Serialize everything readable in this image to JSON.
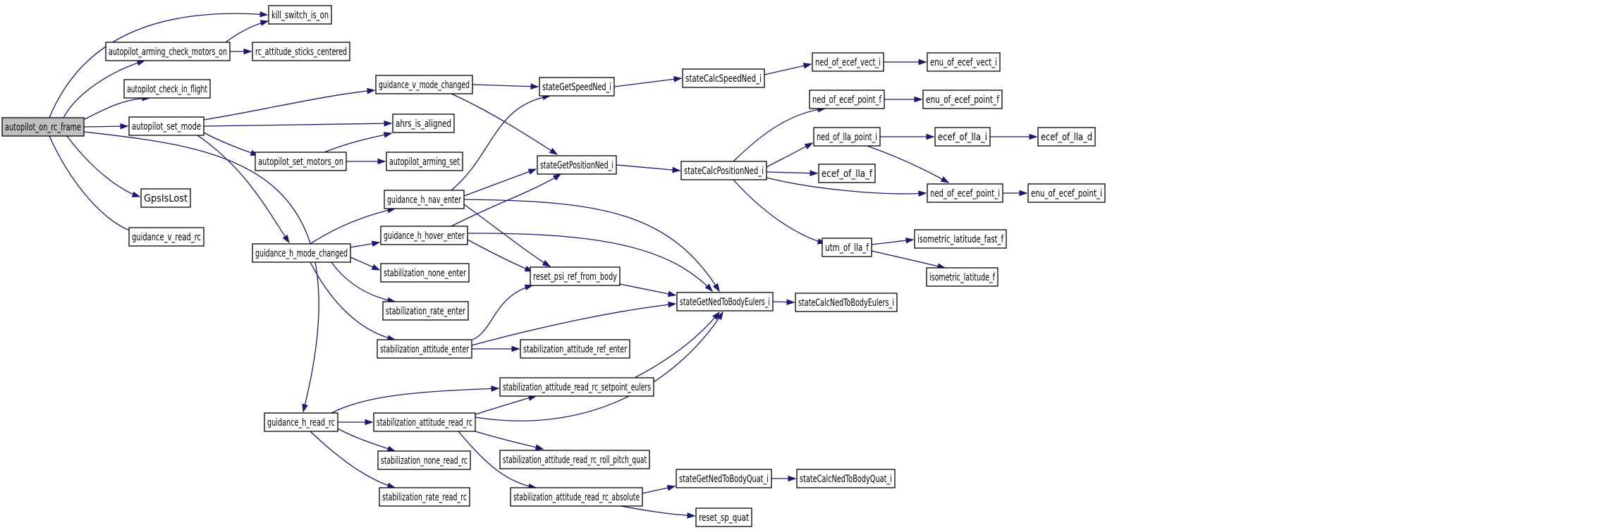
{
  "graph": {
    "root": "autopilot_on_rc_frame",
    "nodes": [
      {
        "id": "autopilot_on_rc_frame",
        "label": "autopilot_on_rc_frame",
        "highlight": true
      },
      {
        "id": "kill_switch_is_on",
        "label": "kill_switch_is_on"
      },
      {
        "id": "autopilot_arming_check_motors_on",
        "label": "autopilot_arming_check_motors_on"
      },
      {
        "id": "rc_attitude_sticks_centered",
        "label": "rc_attitude_sticks_centered"
      },
      {
        "id": "autopilot_check_in_flight",
        "label": "autopilot_check_in_flight"
      },
      {
        "id": "autopilot_set_mode",
        "label": "autopilot_set_mode"
      },
      {
        "id": "GpsIsLost",
        "label": "GpsIsLost"
      },
      {
        "id": "guidance_v_read_rc",
        "label": "guidance_v_read_rc"
      },
      {
        "id": "guidance_v_mode_changed",
        "label": "guidance_v_mode_changed"
      },
      {
        "id": "ahrs_is_aligned",
        "label": "ahrs_is_aligned"
      },
      {
        "id": "autopilot_set_motors_on",
        "label": "autopilot_set_motors_on"
      },
      {
        "id": "autopilot_arming_set",
        "label": "autopilot_arming_set"
      },
      {
        "id": "guidance_h_mode_changed",
        "label": "guidance_h_mode_changed"
      },
      {
        "id": "guidance_h_read_rc",
        "label": "guidance_h_read_rc"
      },
      {
        "id": "guidance_h_nav_enter",
        "label": "guidance_h_nav_enter"
      },
      {
        "id": "guidance_h_hover_enter",
        "label": "guidance_h_hover_enter"
      },
      {
        "id": "stabilization_none_enter",
        "label": "stabilization_none_enter"
      },
      {
        "id": "stabilization_rate_enter",
        "label": "stabilization_rate_enter"
      },
      {
        "id": "stabilization_attitude_enter",
        "label": "stabilization_attitude_enter"
      },
      {
        "id": "stabilization_attitude_read_rc",
        "label": "stabilization_attitude_read_rc"
      },
      {
        "id": "stabilization_none_read_rc",
        "label": "stabilization_none_read_rc"
      },
      {
        "id": "stabilization_rate_read_rc",
        "label": "stabilization_rate_read_rc"
      },
      {
        "id": "stateGetSpeedNed_i",
        "label": "stateGetSpeedNed_i"
      },
      {
        "id": "stateGetPositionNed_i",
        "label": "stateGetPositionNed_i"
      },
      {
        "id": "reset_psi_ref_from_body",
        "label": "reset_psi_ref_from_body"
      },
      {
        "id": "stabilization_attitude_ref_enter",
        "label": "stabilization_attitude_ref_enter"
      },
      {
        "id": "stabilization_attitude_read_rc_setpoint_eulers",
        "label": "stabilization_attitude_read_rc_setpoint_eulers"
      },
      {
        "id": "stabilization_attitude_read_rc_roll_pitch_quat",
        "label": "stabilization_attitude_read_rc_roll_pitch_quat"
      },
      {
        "id": "stabilization_attitude_read_rc_absolute",
        "label": "stabilization_attitude_read_rc_absolute"
      },
      {
        "id": "stateCalcSpeedNed_i",
        "label": "stateCalcSpeedNed_i"
      },
      {
        "id": "stateCalcPositionNed_i",
        "label": "stateCalcPositionNed_i"
      },
      {
        "id": "stateGetNedToBodyEulers_i",
        "label": "stateGetNedToBodyEulers_i"
      },
      {
        "id": "stateGetNedToBodyQuat_i",
        "label": "stateGetNedToBodyQuat_i"
      },
      {
        "id": "reset_sp_quat",
        "label": "reset_sp_quat"
      },
      {
        "id": "ned_of_ecef_vect_i",
        "label": "ned_of_ecef_vect_i"
      },
      {
        "id": "ned_of_ecef_point_f",
        "label": "ned_of_ecef_point_f"
      },
      {
        "id": "ned_of_lla_point_i",
        "label": "ned_of_lla_point_i"
      },
      {
        "id": "ecef_of_lla_f",
        "label": "ecef_of_lla_f"
      },
      {
        "id": "utm_of_lla_f",
        "label": "utm_of_lla_f"
      },
      {
        "id": "stateCalcNedToBodyEulers_i",
        "label": "stateCalcNedToBodyEulers_i"
      },
      {
        "id": "stateCalcNedToBodyQuat_i",
        "label": "stateCalcNedToBodyQuat_i"
      },
      {
        "id": "enu_of_ecef_vect_i",
        "label": "enu_of_ecef_vect_i"
      },
      {
        "id": "enu_of_ecef_point_f",
        "label": "enu_of_ecef_point_f"
      },
      {
        "id": "ecef_of_lla_i",
        "label": "ecef_of_lla_i"
      },
      {
        "id": "ned_of_ecef_point_i",
        "label": "ned_of_ecef_point_i"
      },
      {
        "id": "isometric_latitude_fast_f",
        "label": "isometric_latitude_fast_f"
      },
      {
        "id": "isometric_latitude_f",
        "label": "isometric_latitude_f"
      },
      {
        "id": "ecef_of_lla_d",
        "label": "ecef_of_lla_d"
      },
      {
        "id": "enu_of_ecef_point_i",
        "label": "enu_of_ecef_point_i"
      }
    ],
    "edges": [
      {
        "from": "autopilot_on_rc_frame",
        "to": "kill_switch_is_on"
      },
      {
        "from": "autopilot_on_rc_frame",
        "to": "autopilot_arming_check_motors_on"
      },
      {
        "from": "autopilot_on_rc_frame",
        "to": "autopilot_check_in_flight"
      },
      {
        "from": "autopilot_on_rc_frame",
        "to": "autopilot_set_mode"
      },
      {
        "from": "autopilot_on_rc_frame",
        "to": "GpsIsLost"
      },
      {
        "from": "autopilot_on_rc_frame",
        "to": "guidance_v_read_rc"
      },
      {
        "from": "autopilot_on_rc_frame",
        "to": "guidance_h_read_rc"
      },
      {
        "from": "autopilot_arming_check_motors_on",
        "to": "kill_switch_is_on"
      },
      {
        "from": "autopilot_arming_check_motors_on",
        "to": "rc_attitude_sticks_centered"
      },
      {
        "from": "autopilot_set_mode",
        "to": "guidance_v_mode_changed"
      },
      {
        "from": "autopilot_set_mode",
        "to": "ahrs_is_aligned"
      },
      {
        "from": "autopilot_set_mode",
        "to": "autopilot_set_motors_on"
      },
      {
        "from": "autopilot_set_mode",
        "to": "guidance_h_mode_changed"
      },
      {
        "from": "autopilot_set_motors_on",
        "to": "ahrs_is_aligned"
      },
      {
        "from": "autopilot_set_motors_on",
        "to": "autopilot_arming_set"
      },
      {
        "from": "guidance_v_mode_changed",
        "to": "stateGetSpeedNed_i"
      },
      {
        "from": "guidance_v_mode_changed",
        "to": "stateGetPositionNed_i"
      },
      {
        "from": "guidance_h_mode_changed",
        "to": "guidance_h_nav_enter"
      },
      {
        "from": "guidance_h_mode_changed",
        "to": "guidance_h_hover_enter"
      },
      {
        "from": "guidance_h_mode_changed",
        "to": "stabilization_none_enter"
      },
      {
        "from": "guidance_h_mode_changed",
        "to": "stabilization_rate_enter"
      },
      {
        "from": "guidance_h_mode_changed",
        "to": "stabilization_attitude_enter"
      },
      {
        "from": "guidance_h_nav_enter",
        "to": "stateGetSpeedNed_i"
      },
      {
        "from": "guidance_h_nav_enter",
        "to": "stateGetPositionNed_i"
      },
      {
        "from": "guidance_h_nav_enter",
        "to": "reset_psi_ref_from_body"
      },
      {
        "from": "guidance_h_nav_enter",
        "to": "stateGetNedToBodyEulers_i"
      },
      {
        "from": "guidance_h_hover_enter",
        "to": "stateGetPositionNed_i"
      },
      {
        "from": "guidance_h_hover_enter",
        "to": "reset_psi_ref_from_body"
      },
      {
        "from": "guidance_h_hover_enter",
        "to": "stateGetNedToBodyEulers_i"
      },
      {
        "from": "stabilization_attitude_enter",
        "to": "reset_psi_ref_from_body"
      },
      {
        "from": "stabilization_attitude_enter",
        "to": "stateGetNedToBodyEulers_i"
      },
      {
        "from": "stabilization_attitude_enter",
        "to": "stabilization_attitude_ref_enter"
      },
      {
        "from": "reset_psi_ref_from_body",
        "to": "stateGetNedToBodyEulers_i"
      },
      {
        "from": "guidance_h_read_rc",
        "to": "stabilization_attitude_read_rc_setpoint_eulers"
      },
      {
        "from": "guidance_h_read_rc",
        "to": "stabilization_attitude_read_rc"
      },
      {
        "from": "guidance_h_read_rc",
        "to": "stabilization_none_read_rc"
      },
      {
        "from": "guidance_h_read_rc",
        "to": "stabilization_rate_read_rc"
      },
      {
        "from": "stabilization_attitude_read_rc",
        "to": "stabilization_attitude_read_rc_setpoint_eulers"
      },
      {
        "from": "stabilization_attitude_read_rc",
        "to": "stateGetNedToBodyEulers_i"
      },
      {
        "from": "stabilization_attitude_read_rc",
        "to": "stabilization_attitude_read_rc_roll_pitch_quat"
      },
      {
        "from": "stabilization_attitude_read_rc",
        "to": "stabilization_attitude_read_rc_absolute"
      },
      {
        "from": "stabilization_attitude_read_rc_setpoint_eulers",
        "to": "stateGetNedToBodyEulers_i"
      },
      {
        "from": "stabilization_attitude_read_rc_absolute",
        "to": "stateGetNedToBodyQuat_i"
      },
      {
        "from": "stabilization_attitude_read_rc_absolute",
        "to": "reset_sp_quat"
      },
      {
        "from": "stateGetNedToBodyQuat_i",
        "to": "stateCalcNedToBodyQuat_i"
      },
      {
        "from": "stateGetSpeedNed_i",
        "to": "stateCalcSpeedNed_i"
      },
      {
        "from": "stateGetPositionNed_i",
        "to": "stateCalcPositionNed_i"
      },
      {
        "from": "stateGetNedToBodyEulers_i",
        "to": "stateCalcNedToBodyEulers_i"
      },
      {
        "from": "stateCalcSpeedNed_i",
        "to": "ned_of_ecef_vect_i"
      },
      {
        "from": "ned_of_ecef_vect_i",
        "to": "enu_of_ecef_vect_i"
      },
      {
        "from": "stateCalcPositionNed_i",
        "to": "ned_of_ecef_point_f"
      },
      {
        "from": "stateCalcPositionNed_i",
        "to": "ned_of_lla_point_i"
      },
      {
        "from": "stateCalcPositionNed_i",
        "to": "ecef_of_lla_f"
      },
      {
        "from": "stateCalcPositionNed_i",
        "to": "ned_of_ecef_point_i"
      },
      {
        "from": "stateCalcPositionNed_i",
        "to": "utm_of_lla_f"
      },
      {
        "from": "ned_of_ecef_point_f",
        "to": "enu_of_ecef_point_f"
      },
      {
        "from": "ned_of_lla_point_i",
        "to": "ecef_of_lla_i"
      },
      {
        "from": "ned_of_lla_point_i",
        "to": "ned_of_ecef_point_i"
      },
      {
        "from": "ecef_of_lla_i",
        "to": "ecef_of_lla_d"
      },
      {
        "from": "ned_of_ecef_point_i",
        "to": "enu_of_ecef_point_i"
      },
      {
        "from": "utm_of_lla_f",
        "to": "isometric_latitude_fast_f"
      },
      {
        "from": "utm_of_lla_f",
        "to": "isometric_latitude_f"
      }
    ]
  },
  "colors": {
    "edge": "#191970",
    "node_border": "#000000",
    "node_fill": "#ffffff",
    "root_fill": "#bfbfbf",
    "background": "#ffffff"
  }
}
